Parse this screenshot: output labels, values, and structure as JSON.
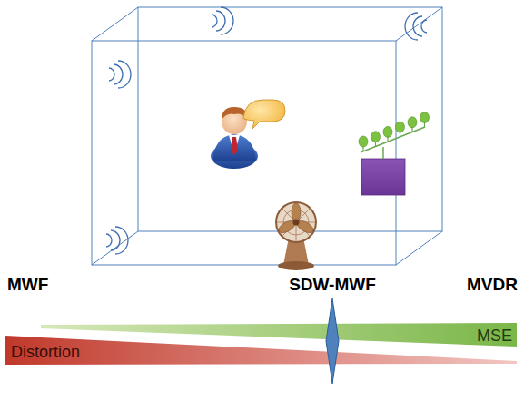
{
  "diagram": {
    "nodes": [
      {
        "text": [
          "MSE"
        ]
      },
      {
        "text": [
          "Distortion"
        ]
      }
    ],
    "labels": [
      "MWF",
      "SDW-MWF",
      "MVDR"
    ]
  }
}
